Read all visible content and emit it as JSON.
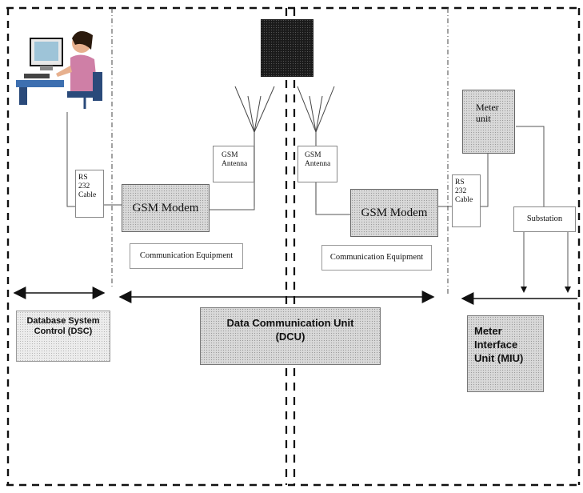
{
  "diagram": {
    "dsc_label": "Database System Control (DSC)",
    "dcu_label": "Data Communication Unit (DCU)",
    "miu_label": "Meter Interface Unit (MIU)",
    "left_gsm_modem": "GSM Modem",
    "right_gsm_modem": "GSM Modem",
    "left_antenna": "GSM Antenna",
    "right_antenna": "GSM Antenna",
    "left_rs232": "RS 232 Cable",
    "right_rs232": "RS 232 Cable",
    "left_comm_equipment": "Communication Equipment",
    "right_comm_equipment": "Communication Equipment",
    "meter_unit": "Meter unit",
    "substation": "Substation"
  }
}
